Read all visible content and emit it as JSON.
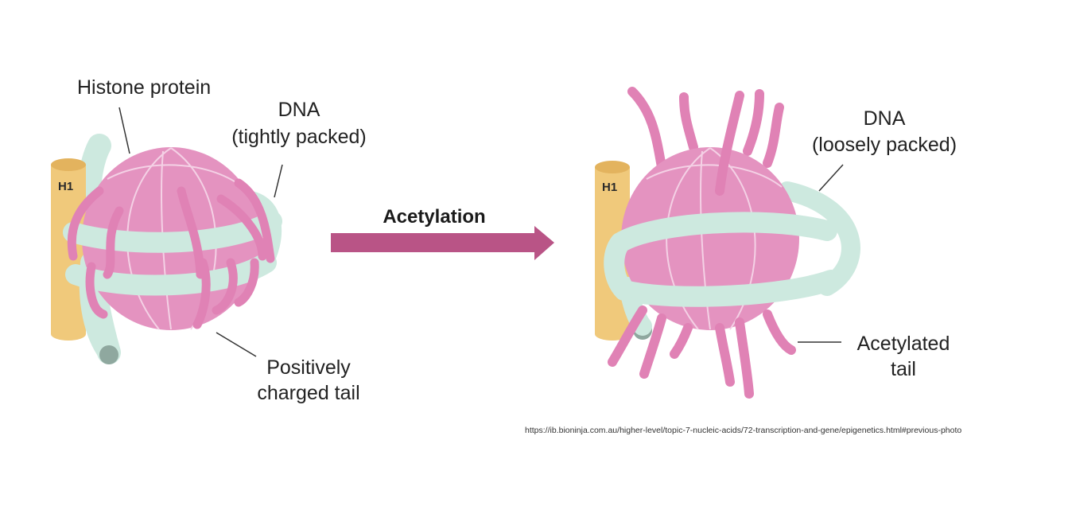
{
  "colors": {
    "histone": "#e493c0",
    "histone_line": "#f4d1e5",
    "tail": "#e082b5",
    "dna": "#cde9df",
    "dna_end": "#8fa89f",
    "h1": "#f0c97b",
    "h1_top": "#e3b35e",
    "arrow": "#b95486",
    "leader": "#333333"
  },
  "left_panel": {
    "histone_label": "Histone protein",
    "dna_label_line1": "DNA",
    "dna_label_line2": "(tightly packed)",
    "h1_label": "H1",
    "tail_label_line1": "Positively",
    "tail_label_line2": "charged tail"
  },
  "arrow": {
    "label": "Acetylation"
  },
  "right_panel": {
    "dna_label_line1": "DNA",
    "dna_label_line2": "(loosely packed)",
    "h1_label": "H1",
    "tail_label_line1": "Acetylated",
    "tail_label_line2": "tail"
  },
  "source_url": "https://ib.bioninja.com.au/higher-level/topic-7-nucleic-acids/72-transcription-and-gene/epigenetics.html#previous-photo"
}
